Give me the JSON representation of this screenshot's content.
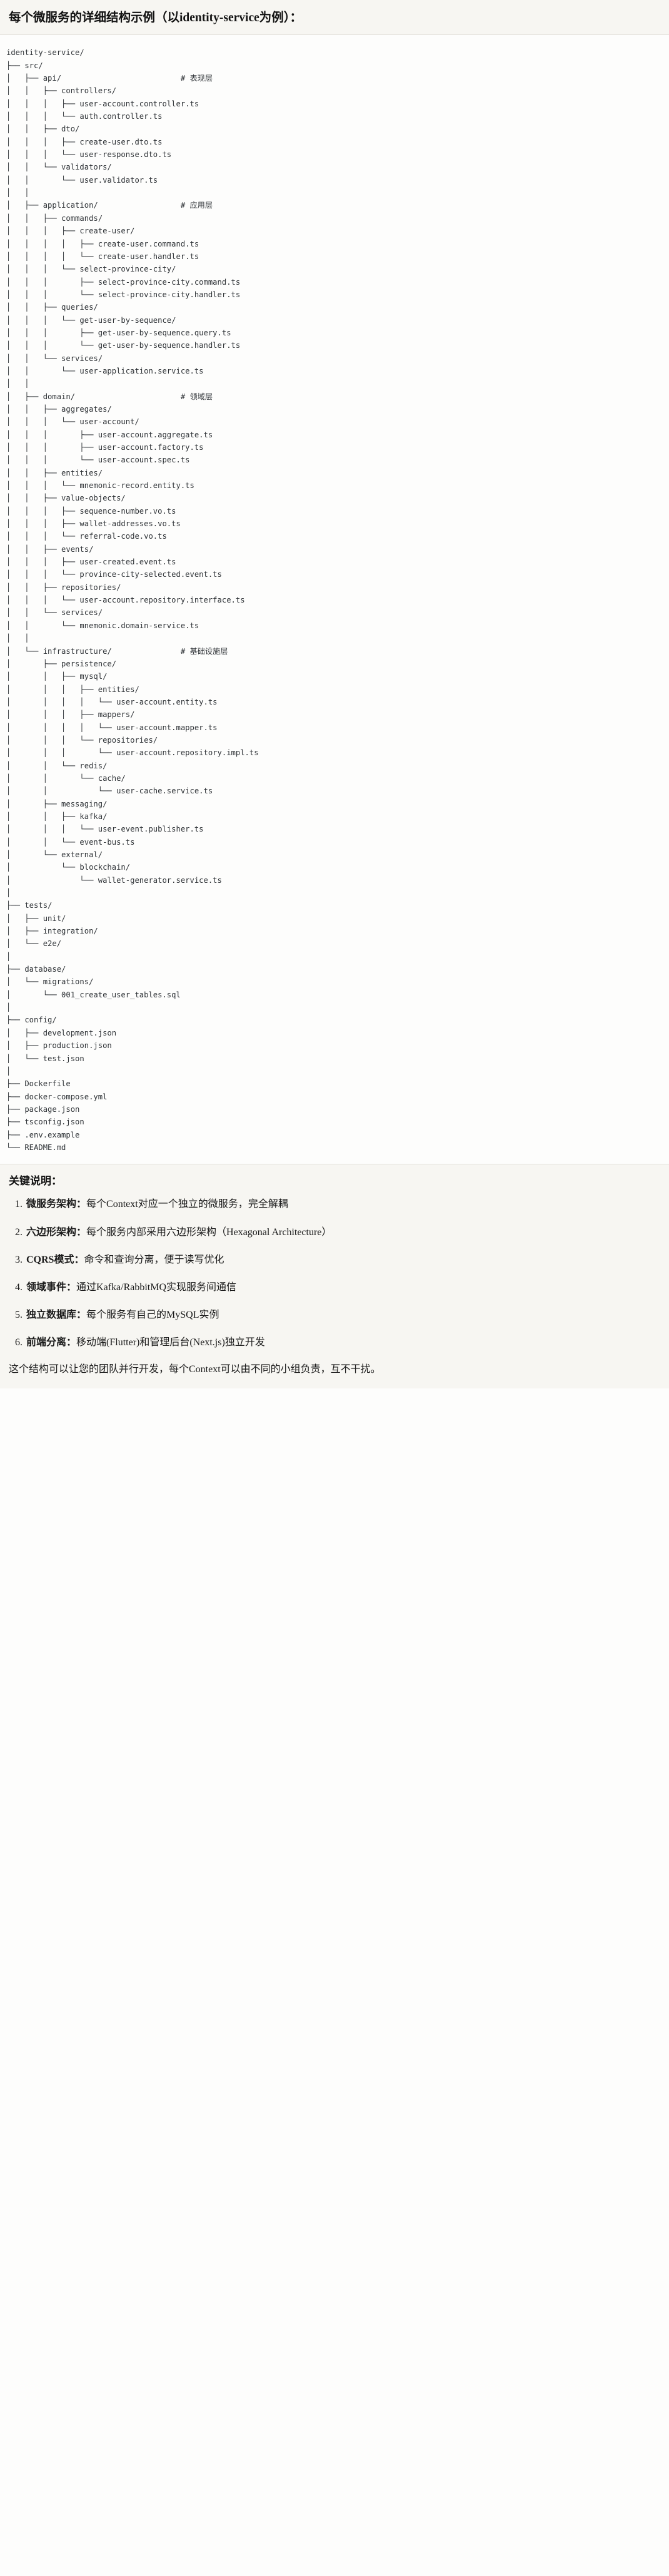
{
  "header": {
    "title": "每个微服务的详细结构示例（以identity-service为例）："
  },
  "tree": {
    "root": "identity-service/",
    "text": "identity-service/\n├── src/\n│   ├── api/                          # 表现层\n│   │   ├── controllers/\n│   │   │   ├── user-account.controller.ts\n│   │   │   └── auth.controller.ts\n│   │   ├── dto/\n│   │   │   ├── create-user.dto.ts\n│   │   │   └── user-response.dto.ts\n│   │   └── validators/\n│   │       └── user.validator.ts\n│   │\n│   ├── application/                  # 应用层\n│   │   ├── commands/\n│   │   │   ├── create-user/\n│   │   │   │   ├── create-user.command.ts\n│   │   │   │   └── create-user.handler.ts\n│   │   │   └── select-province-city/\n│   │   │       ├── select-province-city.command.ts\n│   │   │       └── select-province-city.handler.ts\n│   │   ├── queries/\n│   │   │   └── get-user-by-sequence/\n│   │   │       ├── get-user-by-sequence.query.ts\n│   │   │       └── get-user-by-sequence.handler.ts\n│   │   └── services/\n│   │       └── user-application.service.ts\n│   │\n│   ├── domain/                       # 领域层\n│   │   ├── aggregates/\n│   │   │   └── user-account/\n│   │   │       ├── user-account.aggregate.ts\n│   │   │       ├── user-account.factory.ts\n│   │   │       └── user-account.spec.ts\n│   │   ├── entities/\n│   │   │   └── mnemonic-record.entity.ts\n│   │   ├── value-objects/\n│   │   │   ├── sequence-number.vo.ts\n│   │   │   ├── wallet-addresses.vo.ts\n│   │   │   └── referral-code.vo.ts\n│   │   ├── events/\n│   │   │   ├── user-created.event.ts\n│   │   │   └── province-city-selected.event.ts\n│   │   ├── repositories/\n│   │   │   └── user-account.repository.interface.ts\n│   │   └── services/\n│   │       └── mnemonic.domain-service.ts\n│   │\n│   └── infrastructure/               # 基础设施层\n│       ├── persistence/\n│       │   ├── mysql/\n│       │   │   ├── entities/\n│       │   │   │   └── user-account.entity.ts\n│       │   │   ├── mappers/\n│       │   │   │   └── user-account.mapper.ts\n│       │   │   └── repositories/\n│       │   │       └── user-account.repository.impl.ts\n│       │   └── redis/\n│       │       └── cache/\n│       │           └── user-cache.service.ts\n│       ├── messaging/\n│       │   ├── kafka/\n│       │   │   └── user-event.publisher.ts\n│       │   └── event-bus.ts\n│       └── external/\n│           └── blockchain/\n│               └── wallet-generator.service.ts\n│\n├── tests/\n│   ├── unit/\n│   ├── integration/\n│   └── e2e/\n│\n├── database/\n│   └── migrations/\n│       └── 001_create_user_tables.sql\n│\n├── config/\n│   ├── development.json\n│   ├── production.json\n│   └── test.json\n│\n├── Dockerfile\n├── docker-compose.yml\n├── package.json\n├── tsconfig.json\n├── .env.example\n└── README.md",
    "layer_comments": [
      {
        "path": "api/",
        "comment": "# 表现层"
      },
      {
        "path": "application/",
        "comment": "# 应用层"
      },
      {
        "path": "domain/",
        "comment": "# 领域层"
      },
      {
        "path": "infrastructure/",
        "comment": "# 基础设施层"
      }
    ]
  },
  "notes": {
    "title": "关键说明：",
    "items": [
      {
        "term": "微服务架构",
        "sep": "：",
        "desc": "每个Context对应一个独立的微服务，完全解耦"
      },
      {
        "term": "六边形架构",
        "sep": "：",
        "desc": "每个服务内部采用六边形架构（Hexagonal Architecture）"
      },
      {
        "term": "CQRS模式",
        "sep": "：",
        "desc": "命令和查询分离，便于读写优化"
      },
      {
        "term": "领域事件",
        "sep": "：",
        "desc": "通过Kafka/RabbitMQ实现服务间通信"
      },
      {
        "term": "独立数据库",
        "sep": "：",
        "desc": "每个服务有自己的MySQL实例"
      },
      {
        "term": "前端分离",
        "sep": "：",
        "desc": "移动端(Flutter)和管理后台(Next.js)独立开发"
      }
    ],
    "closing": "这个结构可以让您的团队并行开发，每个Context可以由不同的小组负责，互不干扰。"
  }
}
